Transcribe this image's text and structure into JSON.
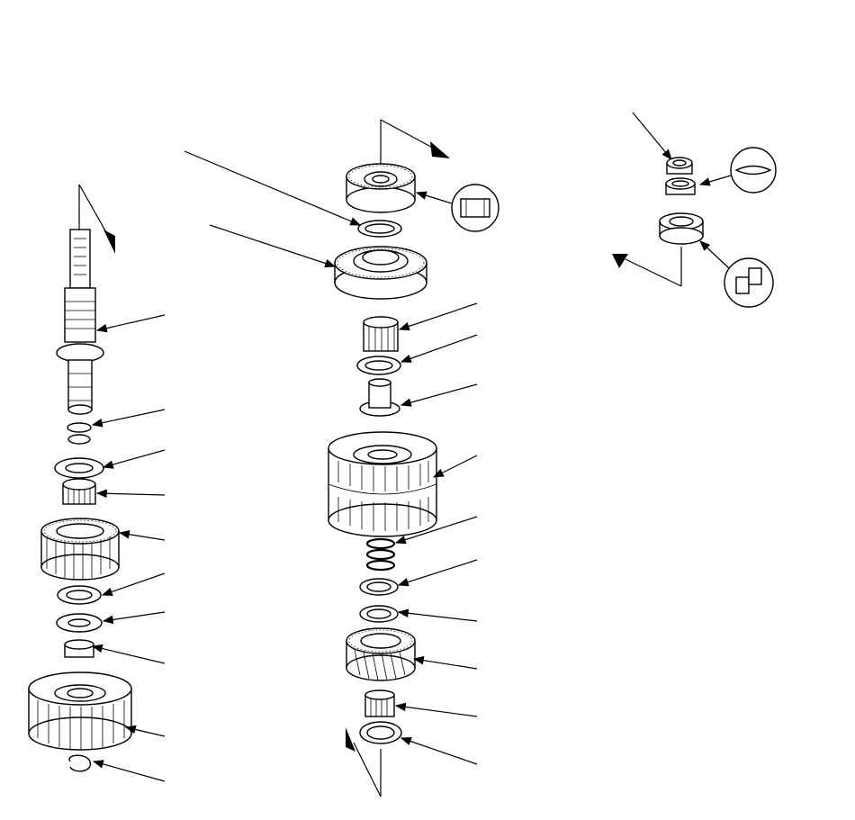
{
  "diagram": {
    "type": "exploded-parts-view",
    "line_color": "#000000",
    "background": "#ffffff",
    "columns": [
      "left-mainshaft-assembly",
      "center-countershaft-assembly",
      "right-bearing-detail"
    ],
    "symbols": [
      "lubricate-symbol",
      "seal-symbol",
      "install-symbol"
    ]
  }
}
